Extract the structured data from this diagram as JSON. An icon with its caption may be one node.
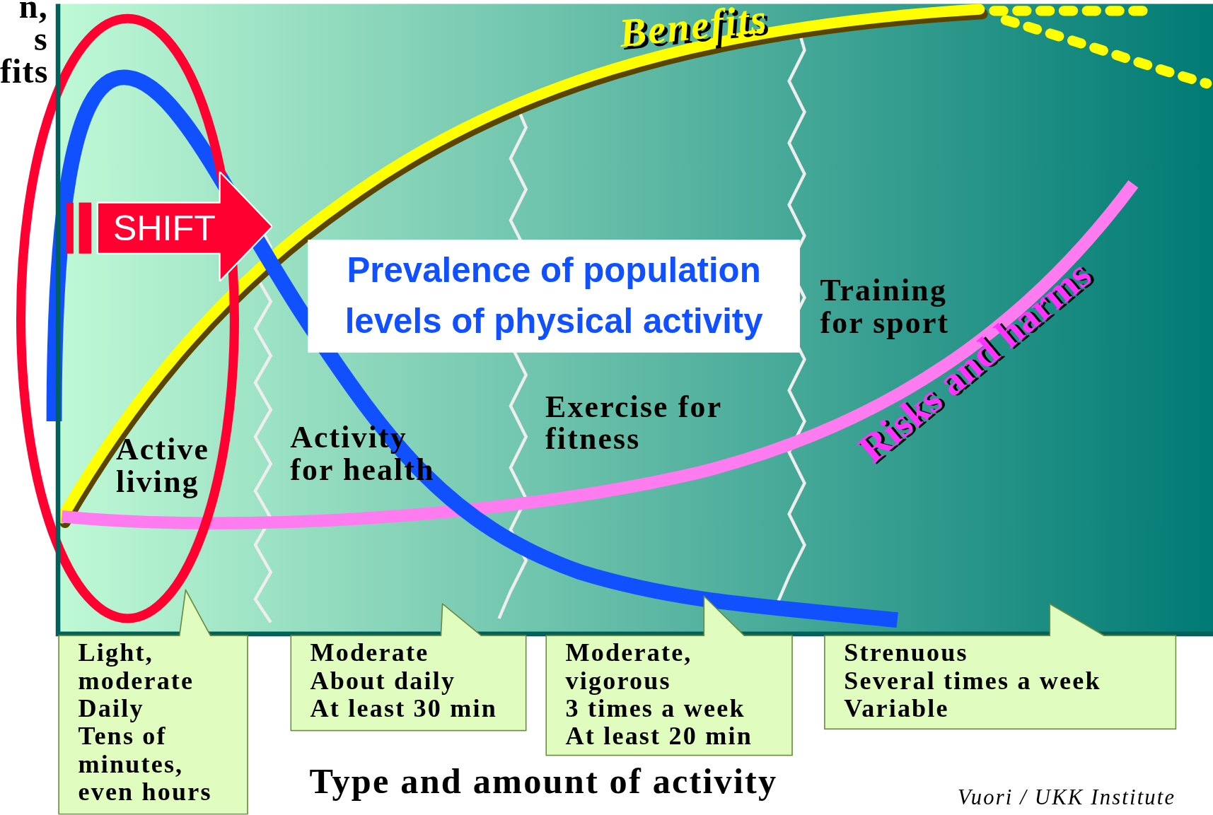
{
  "diagram": {
    "nodes": [
      {
        "text": [
          "SHIFT"
        ]
      },
      {
        "text": [
          "Prevalence of population levels of physical activity"
        ]
      },
      {
        "text": [
          "Light, moderate",
          "Daily",
          "Tens of minutes, even hours"
        ]
      },
      {
        "text": [
          "Moderate",
          "About daily",
          "At least 30 min"
        ]
      },
      {
        "text": [
          "Moderate, vigorous",
          "3 times a week",
          "At least 20 min"
        ]
      },
      {
        "text": [
          "Strenuous",
          "Several times a week",
          "Variable"
        ]
      }
    ],
    "labels": [
      "n, s fits",
      "Benefits",
      "Training for sport",
      "Risks and harms",
      "Exercise for fitness",
      "Active living",
      "Activity for health",
      "Type and amount of activity",
      "Vuori / UKK Institute"
    ]
  }
}
